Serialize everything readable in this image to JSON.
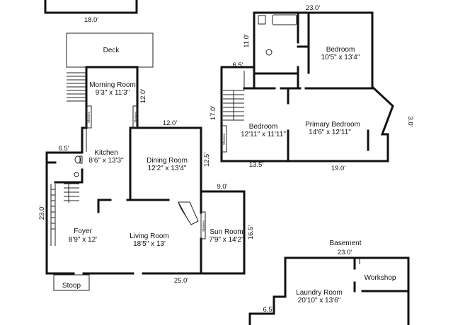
{
  "rooms": {
    "deck": {
      "name": "Deck"
    },
    "morning": {
      "name": "Morning Room",
      "size": "9'3\" x 11'3\""
    },
    "kitchen": {
      "name": "Kitchen",
      "size": "8'6\" x 13'3\""
    },
    "dining": {
      "name": "Dining Room",
      "size": "12'2\" x 13'4\""
    },
    "foyer": {
      "name": "Foyer",
      "size": "8'9\" x 12'"
    },
    "living": {
      "name": "Living Room",
      "size": "18'5\" x 13'"
    },
    "sun": {
      "name": "Sun Room",
      "size": "7'9\" x 14'2\""
    },
    "stoop": {
      "name": "Stoop"
    },
    "bedroom1": {
      "name": "Bedroom",
      "size": "10'5\" x 13'4\""
    },
    "bedroom2": {
      "name": "Bedroom",
      "size": "12'11\" x 11'11\""
    },
    "primary": {
      "name": "Primary Bedroom",
      "size": "14'6\" x 12'11\""
    },
    "laundry": {
      "name": "Laundry Room",
      "size": "20'10\" x 13'6\""
    },
    "workshop": {
      "name": "Workshop"
    },
    "basement": {
      "name": "Basement"
    }
  },
  "dimensions": {
    "top_18": "18.0'",
    "morning_12v": "12.0'",
    "dining_12h": "12.0'",
    "left_6_5": "6.5'",
    "dining_12_5v": "12.5'",
    "sun_9": "9.0'",
    "left_23v": "23.0'",
    "sun_16_5v": "16.5'",
    "bottom_25": "25.0'",
    "upper_23": "23.0'",
    "upper_11v": "11.0'",
    "upper_6_5": "6.5'",
    "upper_17v": "17.0'",
    "right_3v": "3.0'",
    "upper_13_5": "13.5'",
    "upper_19": "19.0'",
    "basement_23": "23.0'",
    "basement_6_5": "6.5'"
  },
  "closet_label": "Shelves"
}
